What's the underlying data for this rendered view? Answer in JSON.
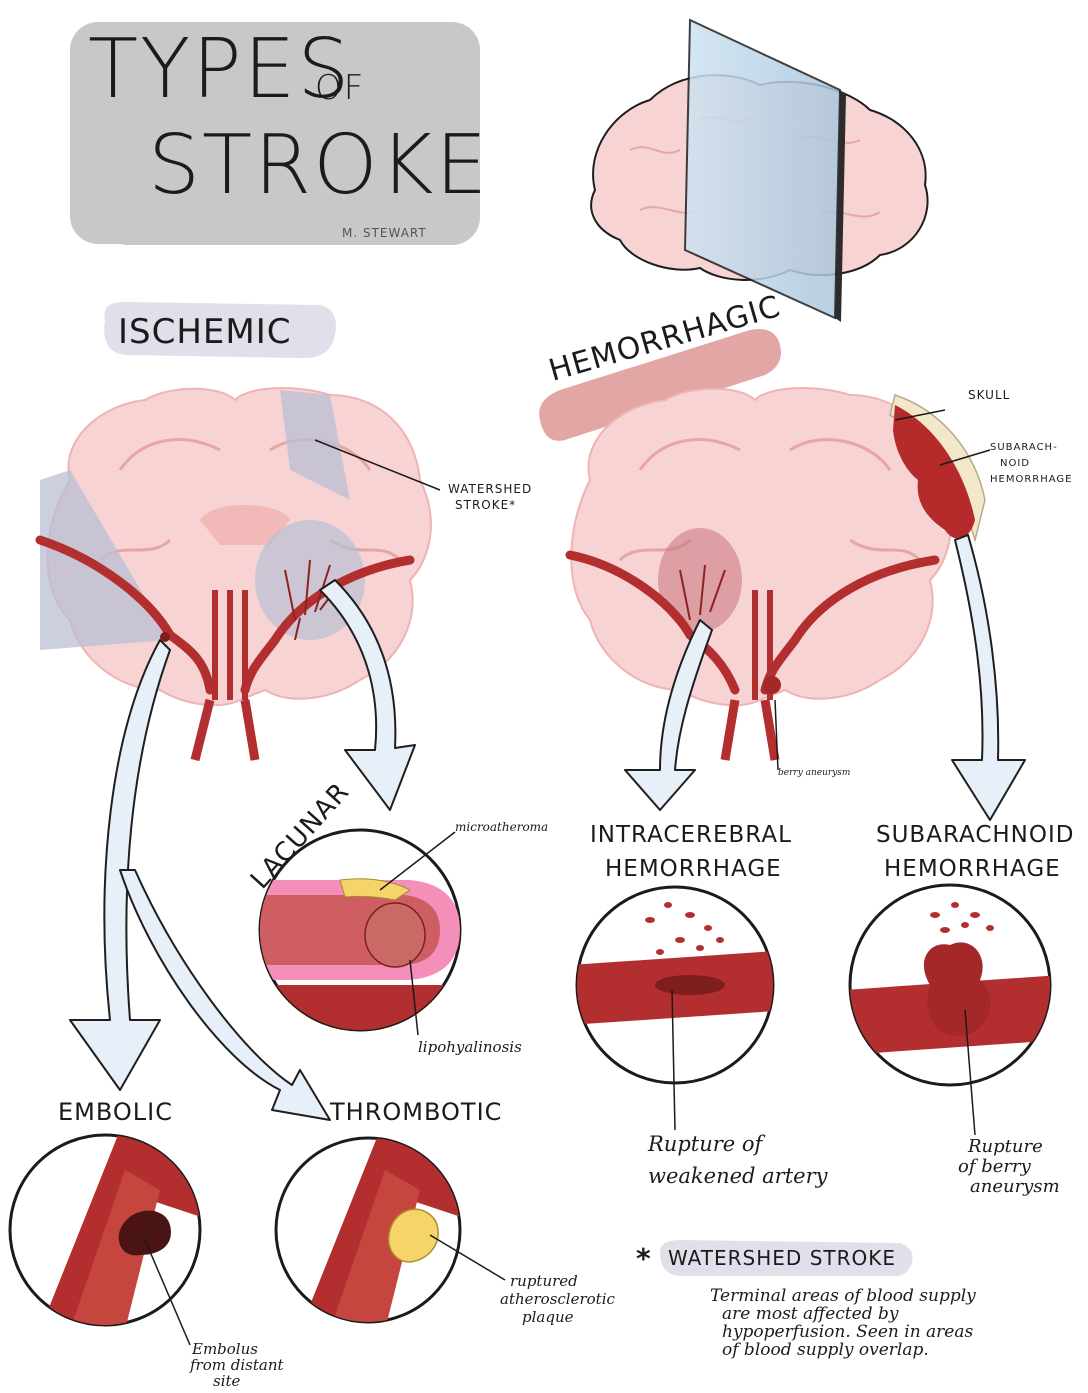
{
  "title": {
    "line1": "TYPES",
    "of": "OF",
    "line2": "STROKE",
    "author": "M. STEWART"
  },
  "ischemic": {
    "heading": "ISCHEMIC",
    "watershed_label": "WATERSHED",
    "watershed_label2": "STROKE*",
    "lacunar": "LACUNAR",
    "microatheroma": "microatheroma",
    "lipohyalinosis": "lipohyalinosis",
    "embolic": "EMBOLIC",
    "thrombotic": "THROMBOTIC",
    "embolus_1": "Embolus",
    "embolus_2": "from distant",
    "embolus_3": "site",
    "plaque_1": "ruptured",
    "plaque_2": "atherosclerotic",
    "plaque_3": "plaque"
  },
  "hemorrhagic": {
    "heading": "HEMORRHAGIC",
    "skull": "SKULL",
    "sah_1": "SUBARACH-",
    "sah_2": "NOID",
    "sah_3": "HEMORRHAGE",
    "berry": "berry aneurysm",
    "ich_1": "INTRACEREBRAL",
    "ich_2": "HEMORRHAGE",
    "sub_1": "SUBARACHNOID",
    "sub_2": "HEMORRHAGE",
    "rupture_weak_1": "Rupture of",
    "rupture_weak_2": "weakened artery",
    "rupture_berry_1": "Rupture",
    "rupture_berry_2": "of berry",
    "rupture_berry_3": "aneurysm"
  },
  "footnote": {
    "star": "*",
    "heading": "WATERSHED STROKE",
    "line1": "Terminal areas of blood supply",
    "line2": "are most affected by",
    "line3": "hypoperfusion. Seen in areas",
    "line4": "of blood supply overlap."
  },
  "colors": {
    "brain": "#f7d3d3",
    "brain_inner": "#f2b9b9",
    "artery": "#b32f2f",
    "artery_dark": "#7e1e1e",
    "ischemia": "#b9bfd3",
    "label_bg_ischemic": "#dfe0ea",
    "label_bg_hemorrhagic": "#e2a7a5",
    "arrow": "#e7f0f8",
    "plaque": "#f5d56a",
    "lumen_pink": "#f38fb8"
  }
}
